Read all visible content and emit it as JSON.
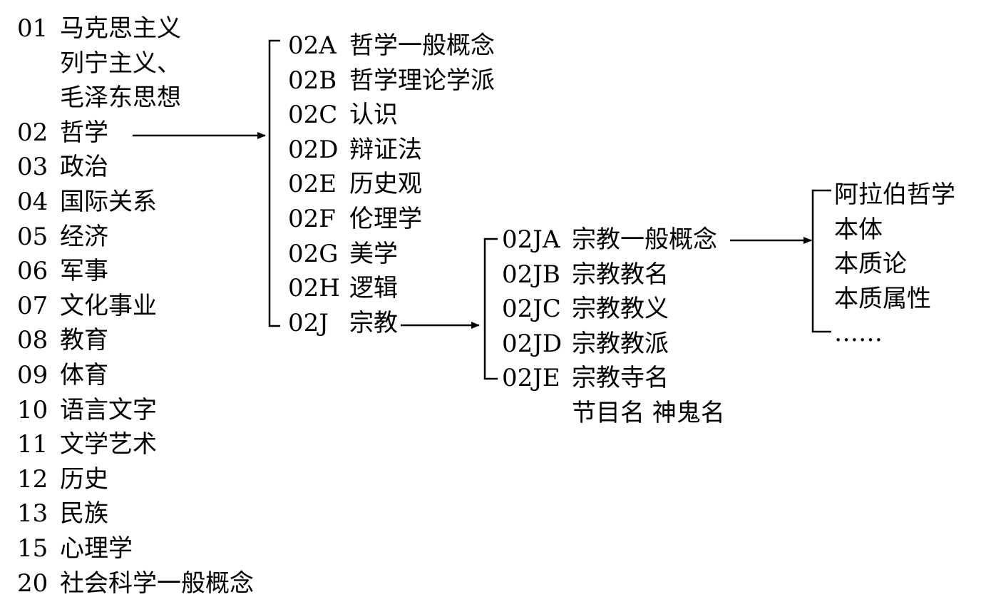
{
  "level1": [
    {
      "code": "01",
      "label": "马克思主义"
    },
    {
      "code": "",
      "label": "列宁主义、"
    },
    {
      "code": "",
      "label": "毛泽东思想"
    },
    {
      "code": "02",
      "label": "哲学"
    },
    {
      "code": "03",
      "label": "政治"
    },
    {
      "code": "04",
      "label": "国际关系"
    },
    {
      "code": "05",
      "label": "经济"
    },
    {
      "code": "06",
      "label": "军事"
    },
    {
      "code": "07",
      "label": "文化事业"
    },
    {
      "code": "08",
      "label": "教育"
    },
    {
      "code": "09",
      "label": "体育"
    },
    {
      "code": "10",
      "label": "语言文字"
    },
    {
      "code": "11",
      "label": "文学艺术"
    },
    {
      "code": "12",
      "label": "历史"
    },
    {
      "code": "13",
      "label": "民族"
    },
    {
      "code": "15",
      "label": "心理学"
    },
    {
      "code": "20",
      "label": "社会科学一般概念"
    }
  ],
  "level2": [
    {
      "code": "02A",
      "label": "哲学一般概念"
    },
    {
      "code": "02B",
      "label": "哲学理论学派"
    },
    {
      "code": "02C",
      "label": "认识"
    },
    {
      "code": "02D",
      "label": "辩证法"
    },
    {
      "code": "02E",
      "label": "历史观"
    },
    {
      "code": "02F",
      "label": "伦理学"
    },
    {
      "code": "02G",
      "label": "美学"
    },
    {
      "code": "02H",
      "label": "逻辑"
    },
    {
      "code": "02J",
      "label": "宗教"
    }
  ],
  "level3": [
    {
      "code": "02JA",
      "label": "宗教一般概念"
    },
    {
      "code": "02JB",
      "label": "宗教教名"
    },
    {
      "code": "02JC",
      "label": "宗教教义"
    },
    {
      "code": "02JD",
      "label": "宗教教派"
    },
    {
      "code": "02JE",
      "label": "宗教寺名"
    },
    {
      "code": "",
      "label": "节目名  神鬼名"
    }
  ],
  "level4": [
    {
      "label": "阿拉伯哲学"
    },
    {
      "label": "本体"
    },
    {
      "label": "本质论"
    },
    {
      "label": "本质属性"
    },
    {
      "label": "……"
    }
  ]
}
